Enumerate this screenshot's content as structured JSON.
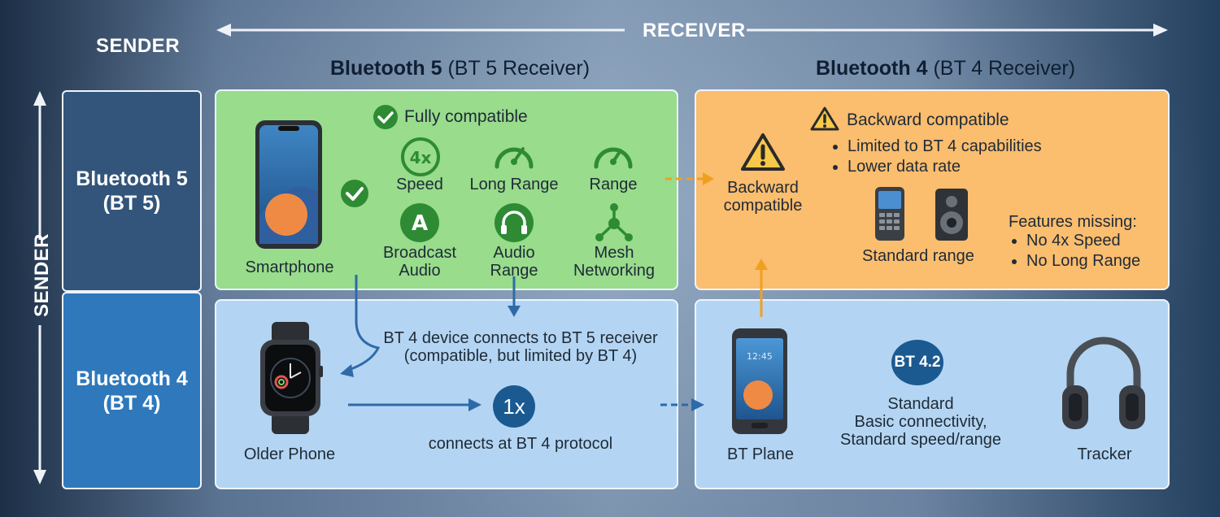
{
  "labels": {
    "receiver": "RECEIVER",
    "sender_top": "SENDER",
    "sender_side": "SENDER"
  },
  "columns": [
    {
      "bold": "Bluetooth 5",
      "rest": " (BT 5 Receiver)"
    },
    {
      "bold": "Bluetooth 4",
      "rest": " (BT 4 Receiver)"
    }
  ],
  "rows": [
    {
      "line1": "Bluetooth 5",
      "line2": "(BT 5)"
    },
    {
      "line1": "Bluetooth 4",
      "line2": "(BT 4)"
    }
  ],
  "bt5_bt5": {
    "title": "Fully compatible",
    "device": "Smartphone",
    "features": [
      {
        "icon": "4x-speed-icon",
        "line1": "Speed",
        "line2": ""
      },
      {
        "icon": "long-range-gauge-icon",
        "line1": "Long Range",
        "line2": ""
      },
      {
        "icon": "range-gauge-icon",
        "line1": "Range",
        "line2": ""
      },
      {
        "icon": "broadcast-audio-icon",
        "line1": "Broadcast",
        "line2": "Audio"
      },
      {
        "icon": "headphones-icon",
        "line1": "Audio",
        "line2": "Range"
      },
      {
        "icon": "mesh-network-icon",
        "line1": "Mesh",
        "line2": "Networking"
      }
    ]
  },
  "bt5_bt4": {
    "warn_label_1": "Backward",
    "warn_label_2": "compatible",
    "title": "Backward compatible",
    "bullets": [
      "Limited to BT 4 capabilities",
      "Lower data rate"
    ],
    "devices_label": "Standard range",
    "missing_title": "Features missing:",
    "missing": [
      "No 4x Speed",
      "No Long Range"
    ]
  },
  "bt4_bt5": {
    "device": "Older Phone",
    "note_line1": "BT 4 device connects to BT 5 receiver",
    "note_line2": "(compatible, but limited by BT 4)",
    "badge": "1x",
    "badge_label": "connects at BT 4 protocol"
  },
  "bt4_bt4": {
    "device_left": "BT Plane",
    "badge": "BT 4.2",
    "desc_line1": "Standard",
    "desc_line2": "Basic connectivity,",
    "desc_line3": "Standard speed/range",
    "device_right": "Tracker"
  },
  "colors": {
    "green_cell": "#98dc8c",
    "orange_cell": "#fbbd6e",
    "blue_cell": "#b3d5f3",
    "row_bt5": "#33557b",
    "row_bt4": "#2f78bc",
    "accent_green": "#2e8b34",
    "accent_blue": "#1b5a91",
    "arrow_orange": "#f0a020"
  }
}
